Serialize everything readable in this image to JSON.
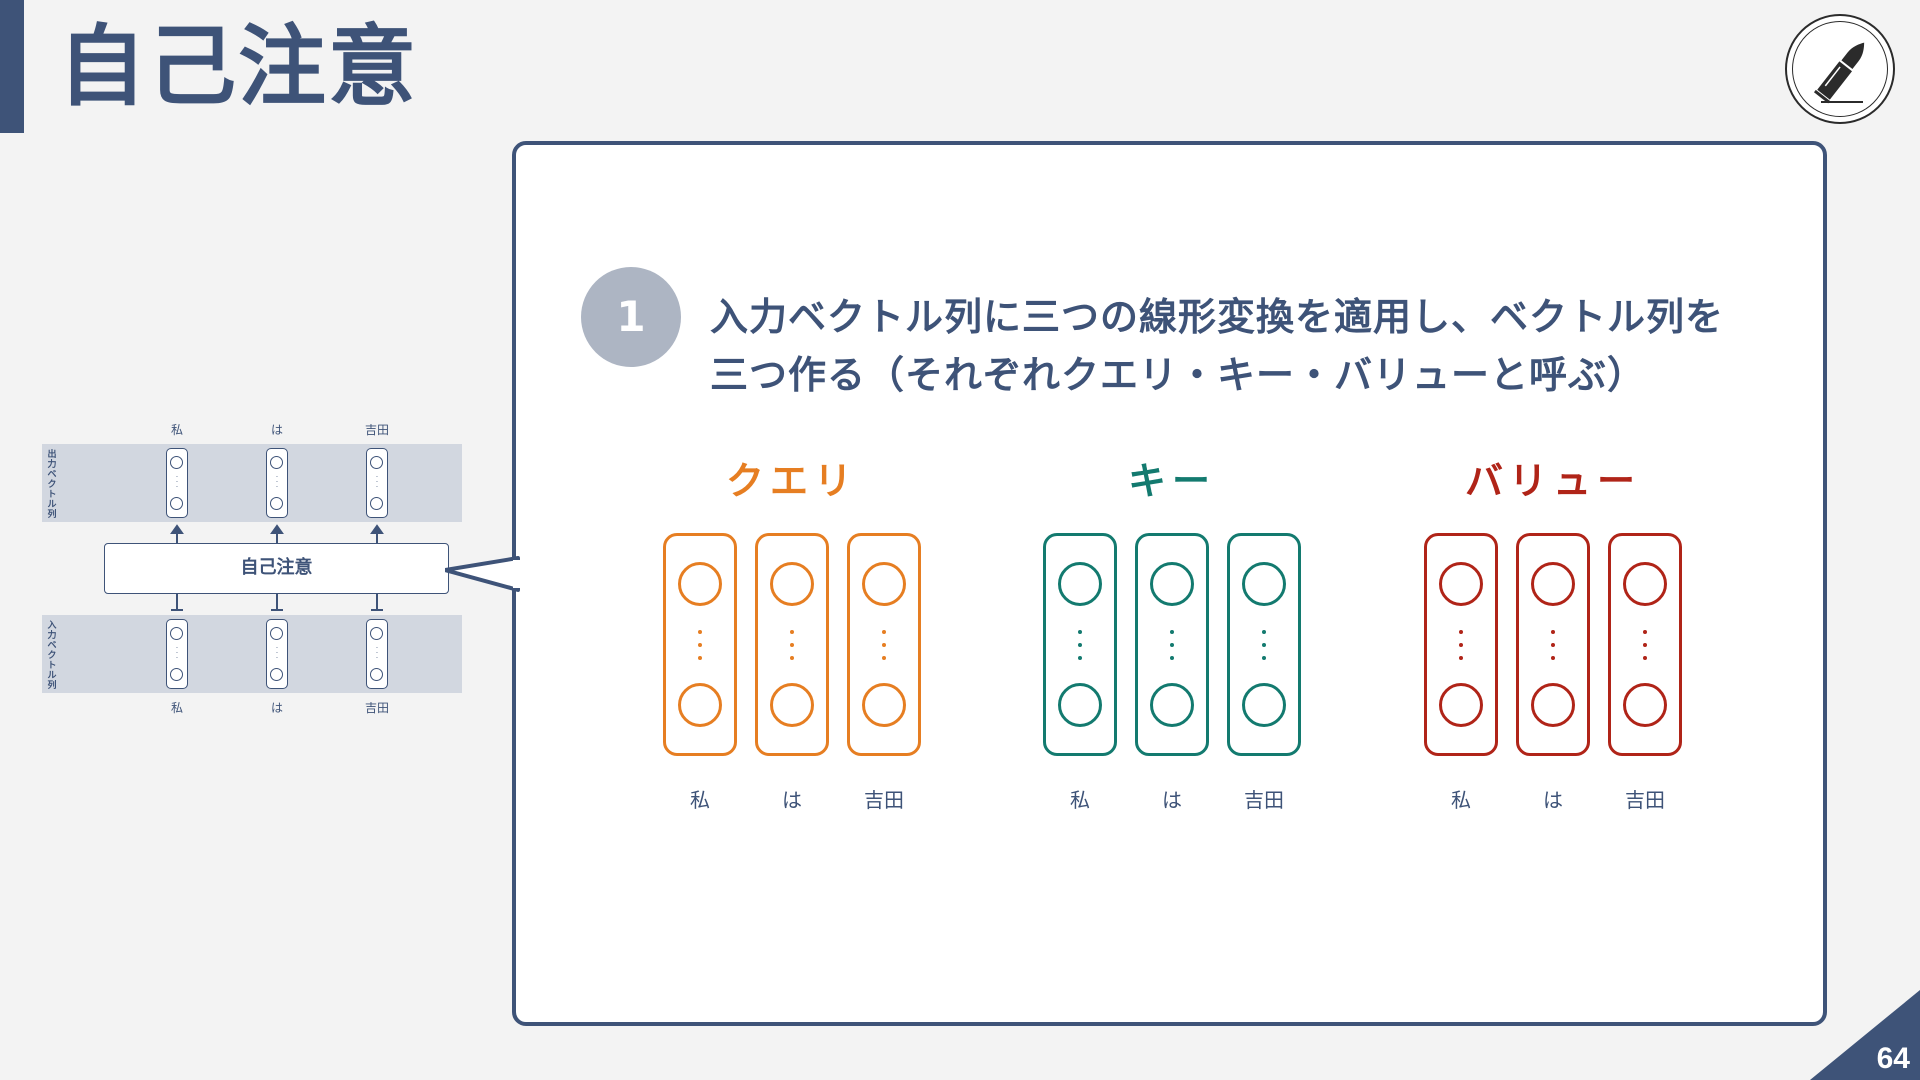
{
  "page_title": "自己注意",
  "page_number": "64",
  "logo_icon": "bullet-icon",
  "colors": {
    "navy": "#3e5378",
    "query": "#e67e22",
    "key": "#137a6f",
    "value": "#b02418",
    "step_circle": "#adb5c3"
  },
  "mini_diagram": {
    "output_label": "出力ベクトル列",
    "input_label": "入力ベクトル列",
    "box_label": "自己注意",
    "top_words": [
      "私",
      "は",
      "吉田"
    ],
    "bottom_words": [
      "私",
      "は",
      "吉田"
    ]
  },
  "step": {
    "number": "1",
    "line1": "入力ベクトル列に三つの線形変換を適用し、ベクトル列を",
    "line2": "三つ作る（それぞれクエリ・キー・バリューと呼ぶ）"
  },
  "groups": [
    {
      "title": "クエリ",
      "color": "#e67e22",
      "words": [
        "私",
        "は",
        "吉田"
      ]
    },
    {
      "title": "キー",
      "color": "#137a6f",
      "words": [
        "私",
        "は",
        "吉田"
      ]
    },
    {
      "title": "バリュー",
      "color": "#b02418",
      "words": [
        "私",
        "は",
        "吉田"
      ]
    }
  ]
}
